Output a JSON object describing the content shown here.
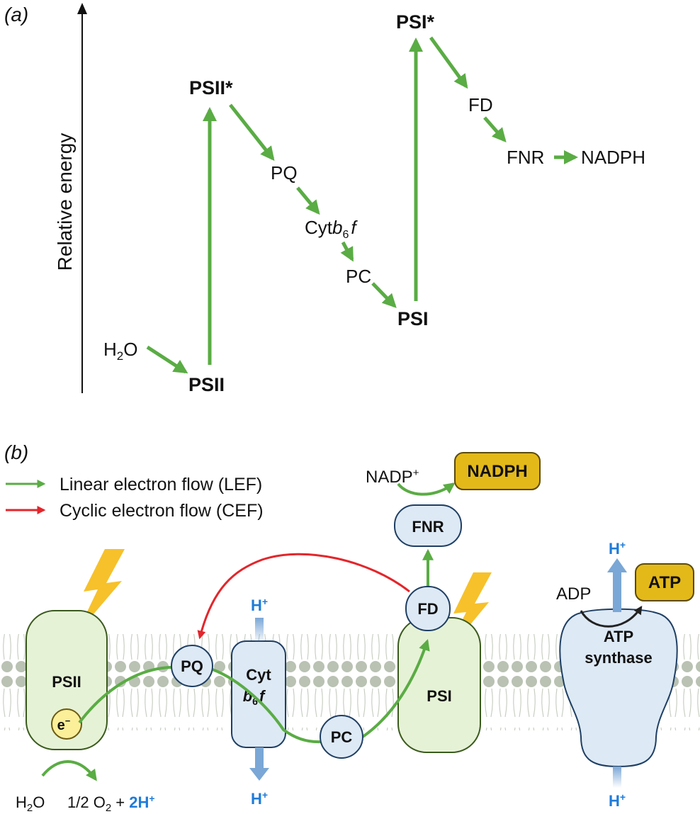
{
  "panel_a": {
    "label": "(a)",
    "axis_label": "Relative energy",
    "nodes": {
      "h2o": "H",
      "h2o_sub": "2",
      "h2o_end": "O",
      "psii": "PSII",
      "psii_star": "PSII*",
      "pq": "PQ",
      "cyt": "Cyt",
      "cyt_b": "b",
      "cyt_sub": "6",
      "cyt_f": "f",
      "pc": "PC",
      "psi": "PSI",
      "psi_star": "PSI*",
      "fd": "FD",
      "fnr": "FNR",
      "nadph": "NADPH"
    }
  },
  "panel_b": {
    "label": "(b)",
    "legend": {
      "lef": "Linear electron flow (LEF)",
      "cef": "Cyclic electron flow (CEF)"
    },
    "complexes": {
      "psii": "PSII",
      "electron": "e",
      "electron_sup": "−",
      "pq": "PQ",
      "cyt": "Cyt",
      "cyt_b": "b",
      "cyt_sub": "6",
      "cyt_f": "f",
      "pc": "PC",
      "psi": "PSI",
      "fd": "FD",
      "fnr": "FNR",
      "atp_synthase_1": "ATP",
      "atp_synthase_2": "synthase"
    },
    "molecules": {
      "nadp": "NADP",
      "nadp_sup": "+",
      "nadph": "NADPH",
      "adp": "ADP",
      "atp": "ATP",
      "h": "H",
      "h_sup": "+",
      "water": "H",
      "water_sub": "2",
      "water_end": "O",
      "oxygen": "1/2 O",
      "oxygen_sub": "2",
      "oxygen_plus": " + ",
      "protons": "2H",
      "protons_sup": "+"
    }
  },
  "colors": {
    "lef": "#5aac44",
    "cef": "#e3262b",
    "proton": "#1f7bd8",
    "complex_fill": "#dde9f5",
    "photosystem_fill": "#e6f2d6",
    "product_fill": "#e3b91a",
    "membrane": "#b9c2b3"
  }
}
